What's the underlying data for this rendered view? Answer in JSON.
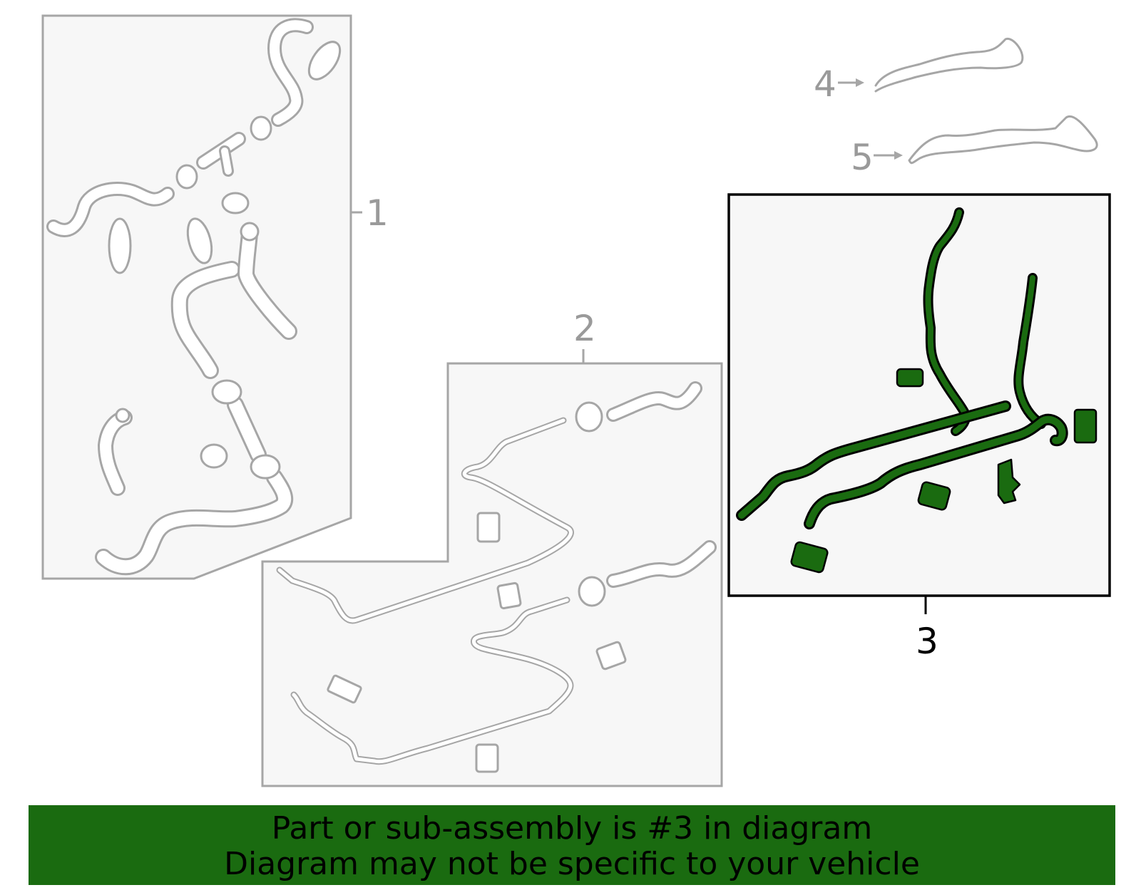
{
  "callouts": {
    "c1": "1",
    "c2": "2",
    "c3": "3",
    "c4": "4",
    "c5": "5"
  },
  "highlighted_part": "3",
  "colors": {
    "highlight_fill": "#1a6b10",
    "outline_gray": "#a6a6a6",
    "panel_fill": "#f7f7f7",
    "banner_bg": "#1a6b10"
  },
  "banner": {
    "line1": "Part or sub-assembly is #3 in diagram",
    "line2": "Diagram may not be specific to your vehicle"
  }
}
